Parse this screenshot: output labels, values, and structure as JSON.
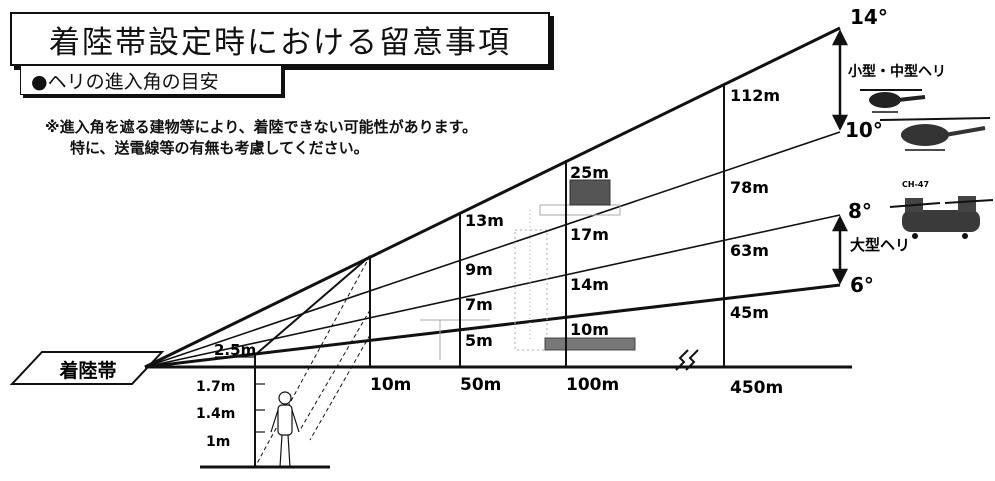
{
  "title": "着陸帯設定時における留意事項",
  "subtitle": "●ヘリの進入角の目安",
  "notes": [
    "※進入角を遮る建物等により、着陸できない可能性があります。",
    "特に、送電線等の有無も考慮してください。"
  ],
  "landing_zone_label": "着陸帯",
  "angles": [
    "14°",
    "10°",
    "8°",
    "6°"
  ],
  "distances": [
    "10m",
    "50m",
    "100m",
    "450m"
  ],
  "height_labels": {
    "d10": [
      "2.5m"
    ],
    "d50": [
      "13m",
      "9m",
      "7m",
      "5m"
    ],
    "d100": [
      "25m",
      "17m",
      "14m",
      "10m"
    ],
    "d450": [
      "112m",
      "78m",
      "63m",
      "45m"
    ]
  },
  "person_scale_labels": [
    "1.7m",
    "1.4m",
    "1m"
  ],
  "helicopter_groups": {
    "small_medium": "小型・中型ヘリ",
    "large": "大型ヘリ",
    "large_model": "CH-47"
  },
  "colors": {
    "line": "#111111",
    "background": "#ffffff"
  }
}
